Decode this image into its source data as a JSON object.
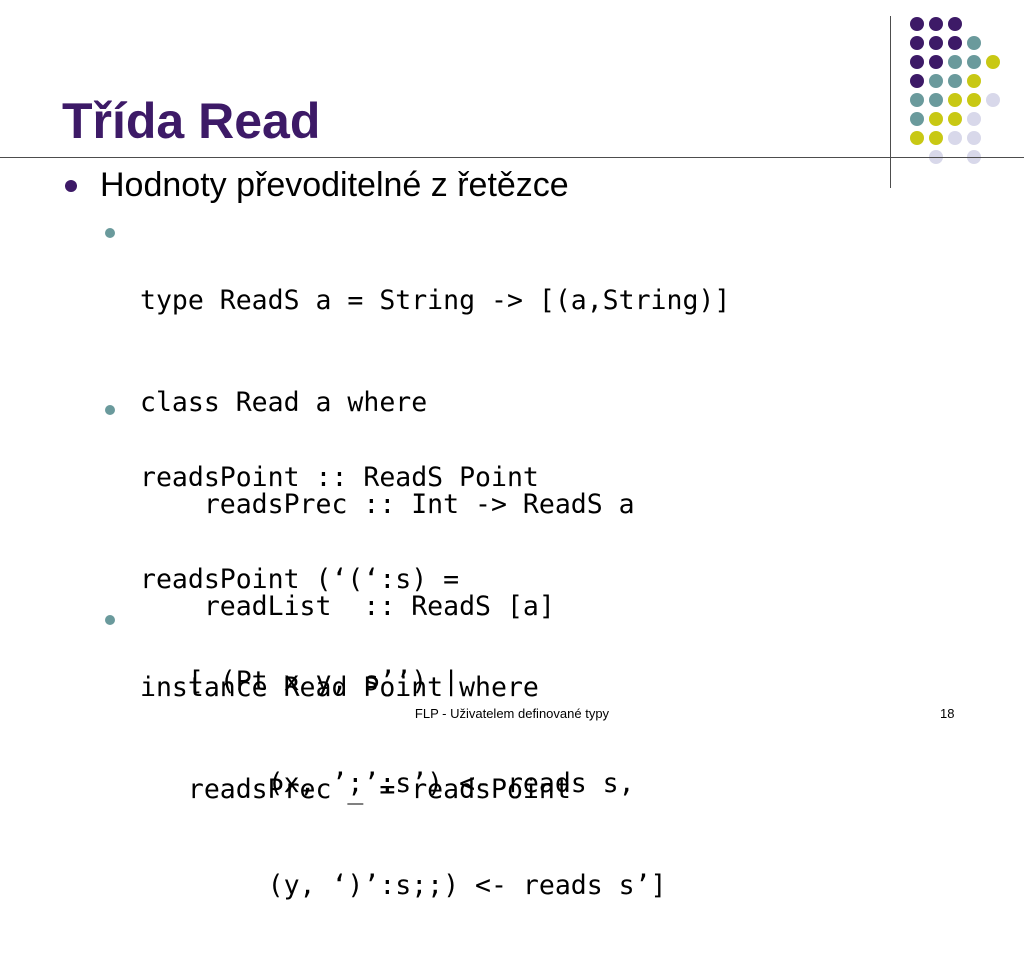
{
  "slide": {
    "title": "Třída Read",
    "bullet": "Hodnoty převoditelné z řetězce",
    "subbullets": [
      {
        "lines": [
          "type ReadS a = String -> [(a,String)]",
          "class Read a where",
          "    readsPrec :: Int -> ReadS a",
          "    readList  :: ReadS [a]"
        ]
      },
      {
        "lines": [
          "readsPoint :: ReadS Point",
          "readsPoint (‘(‘:s) =",
          "   [ (Pt x y, s’’) |",
          "        (x, ’;’:s’) <- reads s,",
          "        (y, ‘)’:s;;) <- reads s’]"
        ]
      },
      {
        "lines": [
          "instance Read Point where",
          "   readsPrec _ = readsPoint"
        ]
      }
    ]
  },
  "footer": {
    "text": "FLP - Uživatelem definované typy",
    "page_number": "18"
  },
  "colors": {
    "title": "#3d1a67",
    "bullet_level1": "#3d1a67",
    "bullet_level2": "#6a9a9c",
    "dot_purple": "#3d1a67",
    "dot_teal": "#6a9a9c",
    "dot_yellow": "#c8c814",
    "dot_lavender": "#d8d8ea"
  }
}
